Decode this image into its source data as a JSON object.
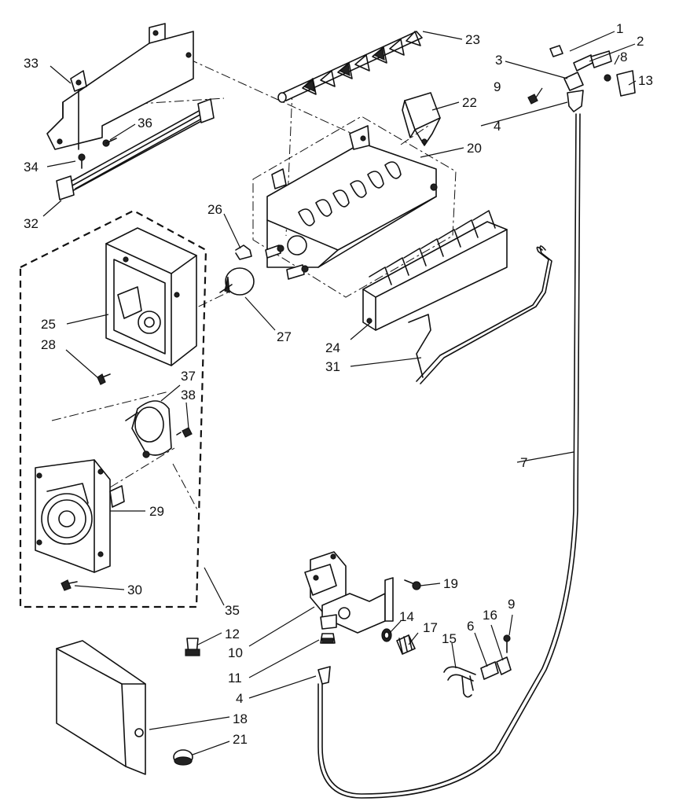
{
  "diagram": {
    "labels": [
      {
        "id": "1",
        "text": "1"
      },
      {
        "id": "2",
        "text": "2"
      },
      {
        "id": "3",
        "text": "3"
      },
      {
        "id": "8",
        "text": "8"
      },
      {
        "id": "9a",
        "text": "9"
      },
      {
        "id": "13",
        "text": "13"
      },
      {
        "id": "4a",
        "text": "4"
      },
      {
        "id": "23",
        "text": "23"
      },
      {
        "id": "22",
        "text": "22"
      },
      {
        "id": "20",
        "text": "20"
      },
      {
        "id": "33",
        "text": "33"
      },
      {
        "id": "36",
        "text": "36"
      },
      {
        "id": "34",
        "text": "34"
      },
      {
        "id": "32",
        "text": "32"
      },
      {
        "id": "26",
        "text": "26"
      },
      {
        "id": "27",
        "text": "27"
      },
      {
        "id": "25",
        "text": "25"
      },
      {
        "id": "28",
        "text": "28"
      },
      {
        "id": "24",
        "text": "24"
      },
      {
        "id": "31",
        "text": "31"
      },
      {
        "id": "37",
        "text": "37"
      },
      {
        "id": "38",
        "text": "38"
      },
      {
        "id": "29",
        "text": "29"
      },
      {
        "id": "7",
        "text": "7"
      },
      {
        "id": "30",
        "text": "30"
      },
      {
        "id": "35",
        "text": "35"
      },
      {
        "id": "19",
        "text": "19"
      },
      {
        "id": "12",
        "text": "12"
      },
      {
        "id": "14",
        "text": "14"
      },
      {
        "id": "17",
        "text": "17"
      },
      {
        "id": "9b",
        "text": "9"
      },
      {
        "id": "16",
        "text": "16"
      },
      {
        "id": "6",
        "text": "6"
      },
      {
        "id": "15",
        "text": "15"
      },
      {
        "id": "10",
        "text": "10"
      },
      {
        "id": "11",
        "text": "11"
      },
      {
        "id": "4b",
        "text": "4"
      },
      {
        "id": "18",
        "text": "18"
      },
      {
        "id": "21",
        "text": "21"
      }
    ]
  }
}
